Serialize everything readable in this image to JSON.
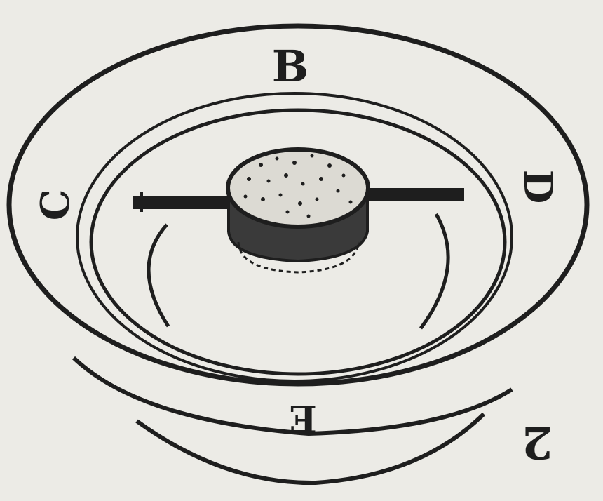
{
  "figure": {
    "labels": {
      "top": "B",
      "left": "C",
      "right": "D",
      "bottom": "E",
      "corner": "2"
    },
    "colors": {
      "paper": "#ecebe6",
      "ink": "#1e1e1e"
    }
  }
}
